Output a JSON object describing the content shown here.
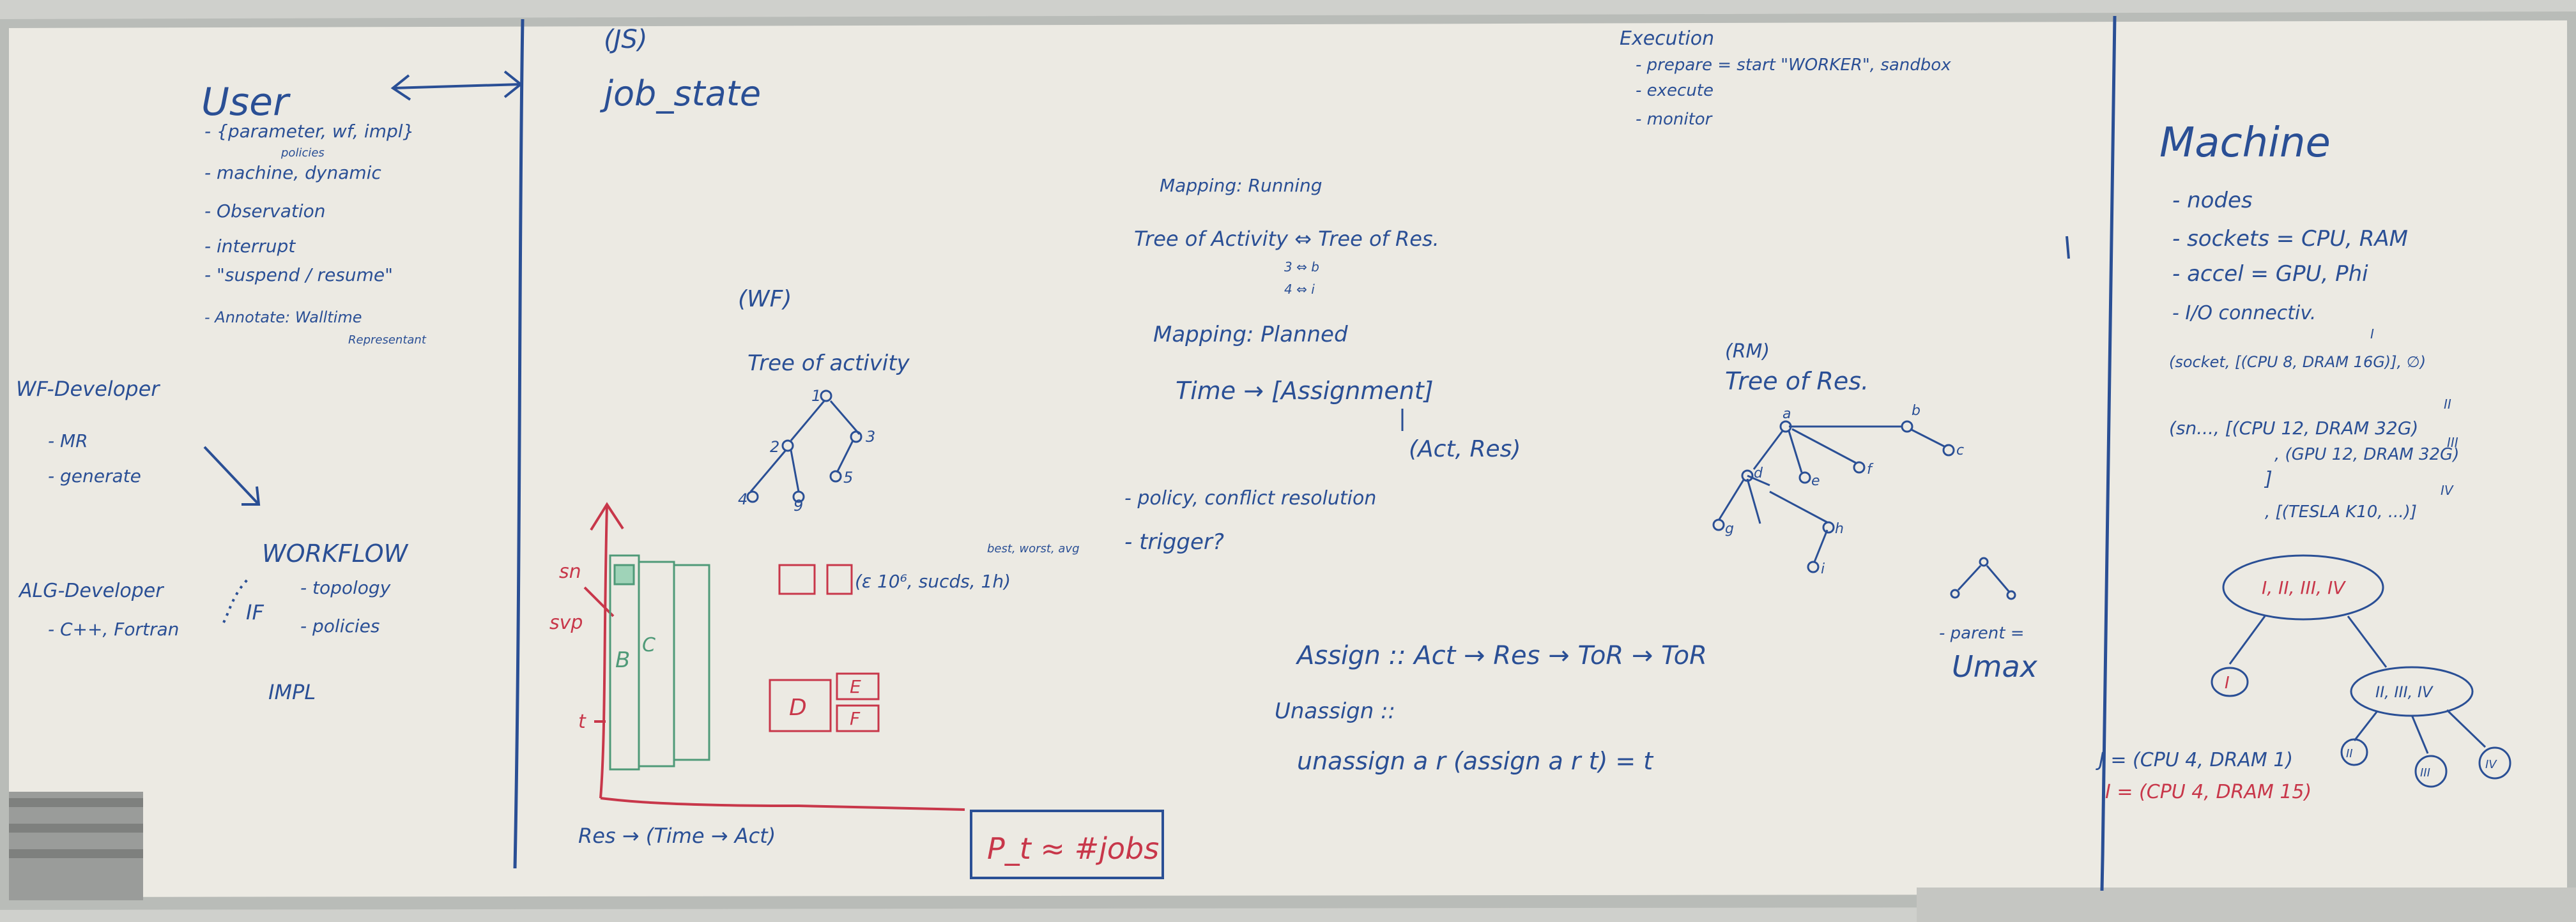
{
  "colors": {
    "wall": "#cfd0cc",
    "board": "#eceae3",
    "blue_ink": "#2a4f95",
    "red_ink": "#c8374a",
    "green_ink": "#4f9a78"
  },
  "left_panel": {
    "user_title": "User",
    "user_items": [
      "- {parameter, wf, impl}",
      "policies",
      "- machine, dynamic",
      "- Observation",
      "- interrupt",
      "- \"suspend / resume\"",
      "- Annotate: Walltime",
      "Representant"
    ],
    "wf_developer": "WF-Developer",
    "wf_items": [
      "- MR",
      "- generate"
    ],
    "workflow": "WORKFLOW",
    "workflow_items": [
      "- topology",
      "- policies"
    ],
    "if_label": "IF",
    "alg_developer": "ALG-Developer",
    "alg_item": "- C++, Fortran",
    "impl": "IMPL"
  },
  "center": {
    "js_tag": "(JS)",
    "job_state": "job_state",
    "wf_tag": "(WF)",
    "tree_of_activity": "Tree of activity",
    "activity_nodes": [
      "1",
      "2",
      "3",
      "4",
      "5",
      "9"
    ],
    "red_labels": [
      "sn",
      "svp",
      "t"
    ],
    "box_letters": [
      "B",
      "C",
      "D",
      "E",
      "F"
    ],
    "epsilon_tuple": "(ε 10⁶, sucds, 1h)",
    "epsilon_note": "best, worst, avg",
    "res_map": "Res → (Time → Act)",
    "boxed_formula": "P_t ≈ #jobs",
    "mapping_running": "Mapping: Running",
    "tree_mapping": "Tree of Activity ⇔ Tree of Res.",
    "mini_map": [
      "3 ⇔ b",
      "4 ⇔ i"
    ],
    "mapping_planned": "Mapping: Planned",
    "time_assignment": "Time → [Assignment]",
    "act_res": "(Act, Res)",
    "policy": "- policy, conflict resolution",
    "trigger": "- trigger?",
    "assign": "Assign :: Act → Res → ToR → ToR",
    "unassign": "Unassign ::",
    "unassign_law": "unassign a r (assign a r t) = t"
  },
  "execution": {
    "title": "Execution",
    "items": [
      "- prepare = start \"WORKER\", sandbox",
      "- execute",
      "- monitor"
    ]
  },
  "resources": {
    "rm_tag": "(RM)",
    "tree_of_res": "Tree of Res.",
    "node_labels": [
      "a",
      "b",
      "c",
      "d",
      "e",
      "f",
      "g",
      "h",
      "i"
    ],
    "parent_note": "- parent =",
    "umax": "Umax"
  },
  "machine": {
    "title": "Machine",
    "items": [
      "- nodes",
      "- sockets = CPU, RAM",
      "- accel = GPU, Phi",
      "- I/O connectiv."
    ],
    "spec_lines": [
      "(socket, [(CPU 8, DRAM 16G)], ∅)",
      "(sn..., [(CPU 12, DRAM 32G)",
      ", (GPU 12, DRAM 32G)",
      "]",
      ", [(TESLA K10, ...)]"
    ],
    "roman": [
      "I",
      "II",
      "III",
      "IV"
    ],
    "tree_root": "I, II, III, IV",
    "tree_left": "I",
    "tree_mid": "II, III, IV",
    "tree_leaves": [
      "II",
      "III",
      "IV"
    ],
    "eq_blue": "J = (CPU 4, DRAM 1)",
    "eq_red": "I = (CPU 4, DRAM 15)"
  }
}
